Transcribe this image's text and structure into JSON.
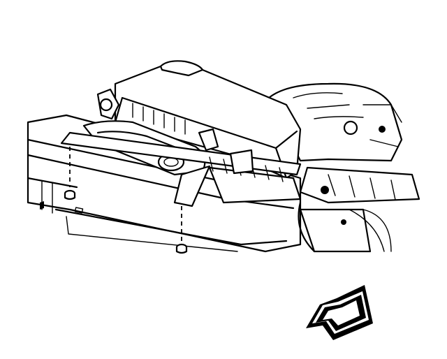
{
  "figure": {
    "type": "exploded-view line illustration",
    "colors": {
      "stroke": "#000000",
      "background": "#ffffff"
    },
    "components": [
      "radiator-support",
      "air-cleaner-housing",
      "mounting-bracket",
      "air-inlet-duct",
      "fasteners",
      "engine-components",
      "direction-arrow"
    ]
  }
}
